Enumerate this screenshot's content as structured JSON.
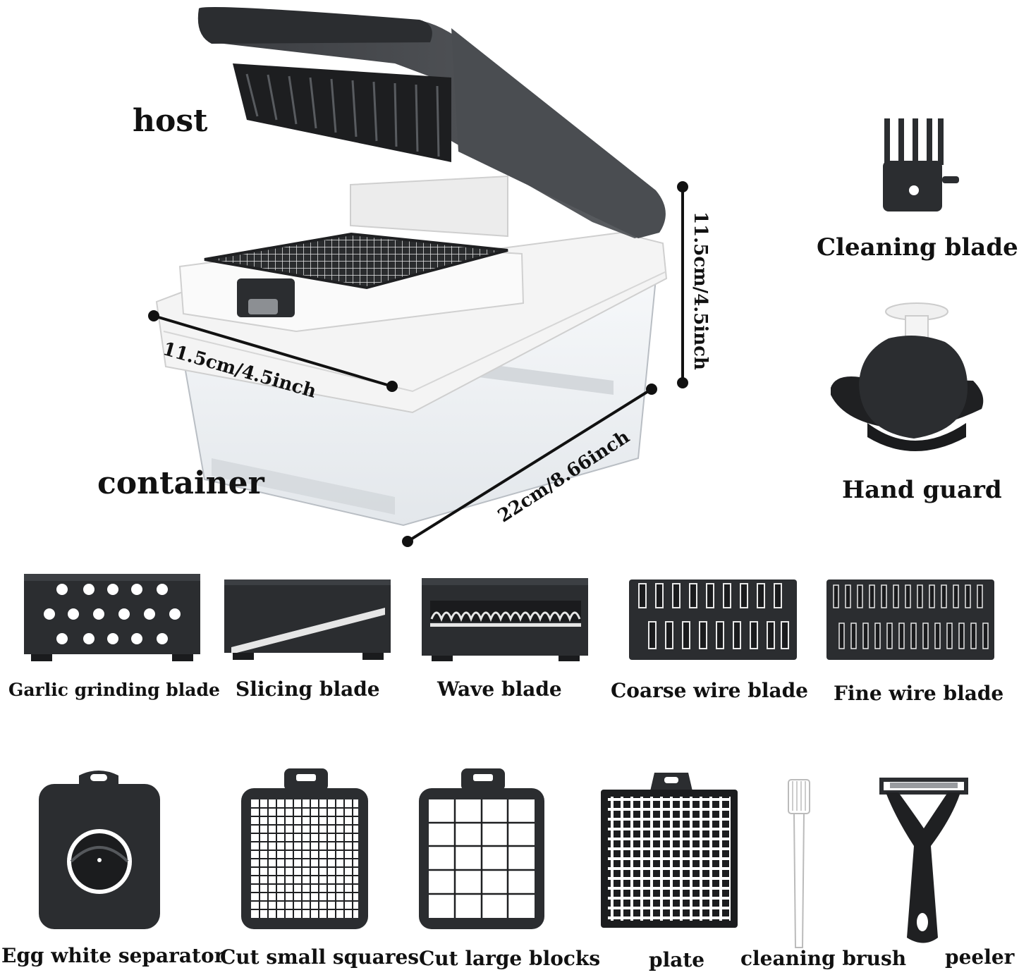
{
  "main_unit": {
    "host_label": "host",
    "container_label": "container",
    "width_dim": "11.5cm/4.5inch",
    "height_dim": "11.5cm/4.5inch",
    "length_dim": "22cm/8.66inch"
  },
  "accessories_right": [
    {
      "label": "Cleaning blade",
      "icon": "cleaning-blade-icon"
    },
    {
      "label": "Hand guard",
      "icon": "hand-guard-icon"
    }
  ],
  "blades_row": [
    {
      "label": "Garlic grinding blade",
      "icon": "garlic-grinding-blade-icon"
    },
    {
      "label": "Slicing blade",
      "icon": "slicing-blade-icon"
    },
    {
      "label": "Wave blade",
      "icon": "wave-blade-icon"
    },
    {
      "label": "Coarse wire blade",
      "icon": "coarse-wire-blade-icon"
    },
    {
      "label": "Fine wire blade",
      "icon": "fine-wire-blade-icon"
    }
  ],
  "tools_row": [
    {
      "label": "Egg white separator",
      "icon": "egg-separator-icon"
    },
    {
      "label": "Cut small squares",
      "icon": "small-squares-grid-icon"
    },
    {
      "label": "Cut large blocks",
      "icon": "large-blocks-grid-icon"
    },
    {
      "label": "plate",
      "icon": "plate-icon"
    },
    {
      "label": "cleaning brush",
      "icon": "cleaning-brush-icon"
    },
    {
      "label": "peeler",
      "icon": "peeler-icon"
    }
  ],
  "colors": {
    "product_dark": "#2b2d30",
    "product_mid": "#55585c",
    "white_part": "#f4f4f4",
    "clear_part": "#eef1f4"
  }
}
